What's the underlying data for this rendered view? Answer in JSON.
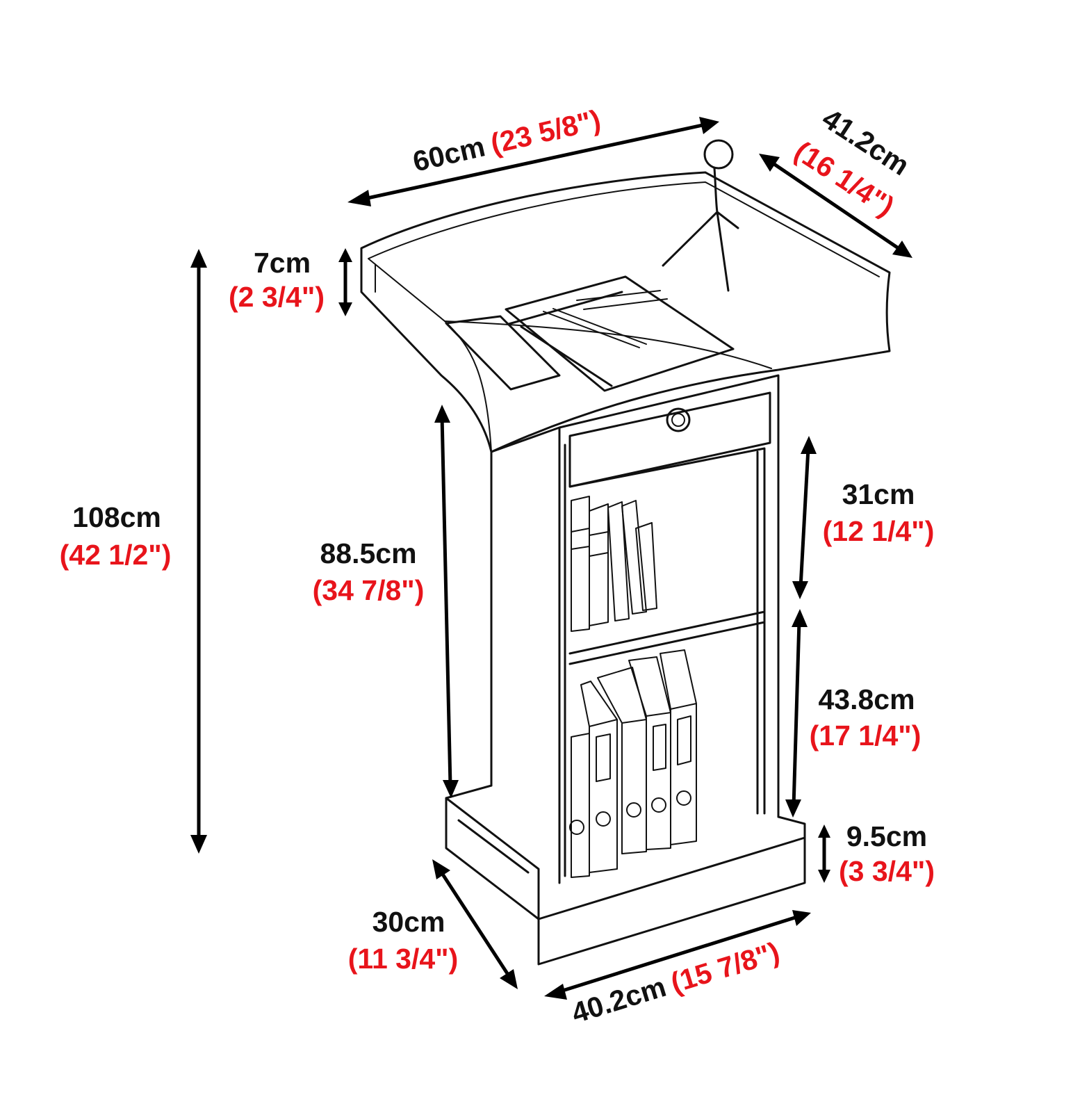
{
  "colors": {
    "metric": "#111111",
    "imperial": "#e8141b",
    "line": "#111111"
  },
  "dimensions": {
    "top_width": {
      "metric": "60cm",
      "imperial": "(23 5/8\")"
    },
    "top_depth": {
      "metric": "41.2cm",
      "imperial": "(16 1/4\")"
    },
    "rim_height": {
      "metric": "7cm",
      "imperial": "(2 3/4\")"
    },
    "total_height": {
      "metric": "108cm",
      "imperial": "(42 1/2\")"
    },
    "body_height": {
      "metric": "88.5cm",
      "imperial": "(34 7/8\")"
    },
    "upper_shelf": {
      "metric": "31cm",
      "imperial": "(12 1/4\")"
    },
    "lower_shelf": {
      "metric": "43.8cm",
      "imperial": "(17 1/4\")"
    },
    "base_height": {
      "metric": "9.5cm",
      "imperial": "(3 3/4\")"
    },
    "base_depth": {
      "metric": "30cm",
      "imperial": "(11 3/4\")"
    },
    "base_width": {
      "metric": "40.2cm",
      "imperial": "(15 7/8\")"
    }
  }
}
